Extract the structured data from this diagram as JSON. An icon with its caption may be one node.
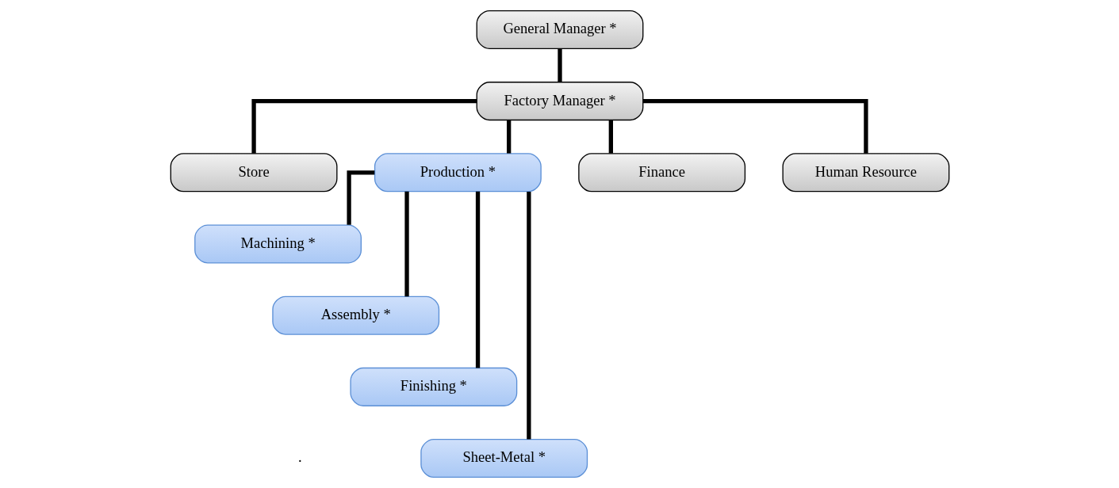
{
  "diagram": {
    "nodes": [
      {
        "text": [
          "General Manager *"
        ]
      },
      {
        "text": [
          "Factory Manager *"
        ]
      },
      {
        "text": [
          "Store"
        ]
      },
      {
        "text": [
          "Production *"
        ]
      },
      {
        "text": [
          "Finance"
        ]
      },
      {
        "text": [
          "Human Resource"
        ]
      },
      {
        "text": [
          "Machining *"
        ]
      },
      {
        "text": [
          "Assembly *"
        ]
      },
      {
        "text": [
          "Finishing *"
        ]
      },
      {
        "text": [
          "Sheet-Metal *"
        ]
      }
    ],
    "edges": [
      {
        "from": 0,
        "to": 1,
        "arrow": "none"
      },
      {
        "from": 1,
        "to": 2,
        "arrow": "none"
      },
      {
        "from": 1,
        "to": 3,
        "arrow": "none"
      },
      {
        "from": 1,
        "to": 4,
        "arrow": "none"
      },
      {
        "from": 1,
        "to": 5,
        "arrow": "none"
      },
      {
        "from": 3,
        "to": 6,
        "arrow": "none"
      },
      {
        "from": 3,
        "to": 7,
        "arrow": "none"
      },
      {
        "from": 3,
        "to": 8,
        "arrow": "none"
      },
      {
        "from": 3,
        "to": 9,
        "arrow": "none"
      }
    ],
    "labels": [
      "."
    ]
  }
}
